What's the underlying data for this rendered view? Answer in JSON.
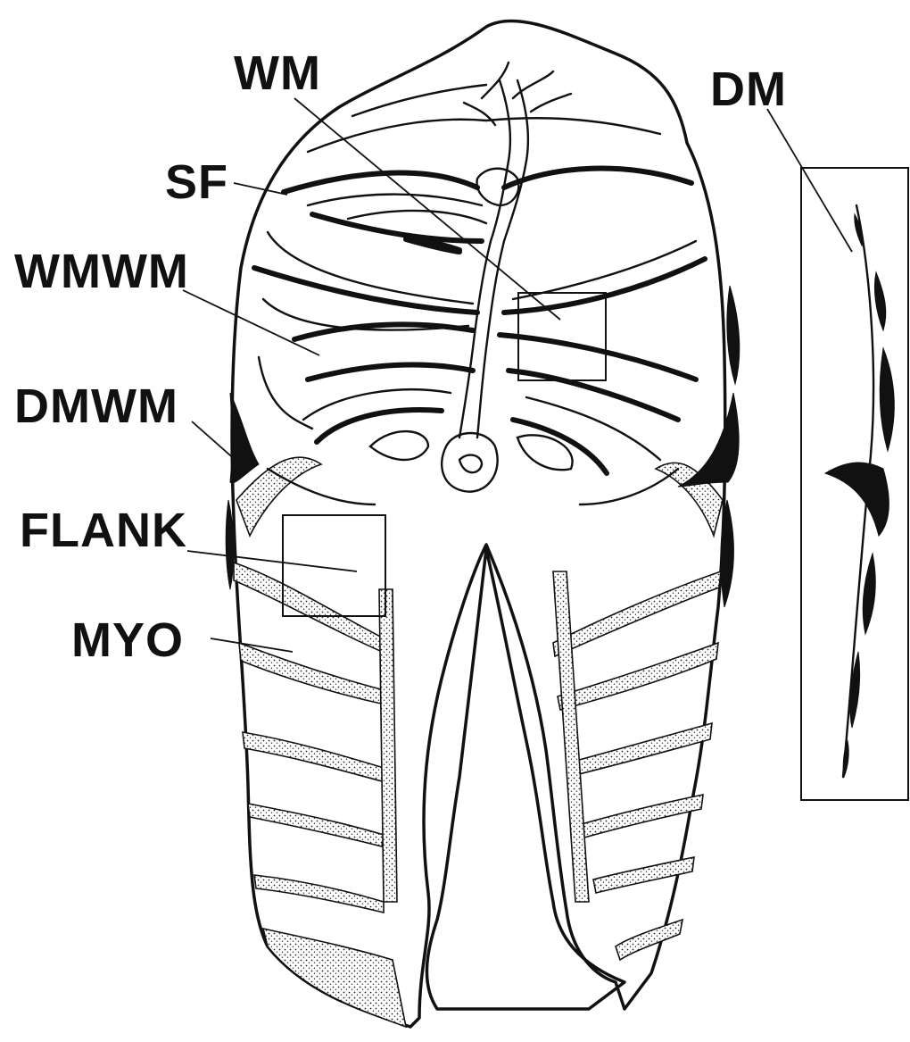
{
  "labels": {
    "wm": "WM",
    "sf": "SF",
    "wmwm": "WMWM",
    "dmwm": "DMWM",
    "flank": "FLANK",
    "myo": "MYO",
    "dm": "DM"
  }
}
